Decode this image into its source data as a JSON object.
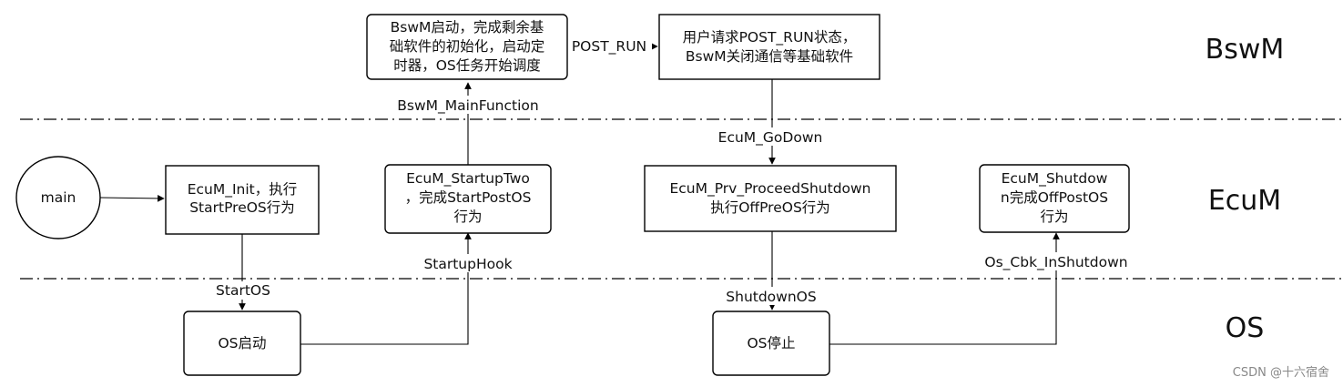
{
  "lanes": {
    "bswm": "BswM",
    "ecum": "EcuM",
    "os": "OS"
  },
  "nodes": {
    "main": [
      "main"
    ],
    "ecum_init": [
      "EcuM_Init，执行",
      "StartPreOS行为"
    ],
    "os_start": [
      "OS启动"
    ],
    "startup_two": [
      "EcuM_StartupTwo",
      "，完成StartPostOS",
      "行为"
    ],
    "bswm_start": [
      "BswM启动，完成剩余基",
      "础软件的初始化，启动定",
      "时器，OS任务开始调度"
    ],
    "post_run": [
      "用户请求POST_RUN状态，",
      "BswM关闭通信等基础软件"
    ],
    "proceed_shutdown": [
      "EcuM_Prv_ProceedShutdown",
      "执行OffPreOS行为"
    ],
    "os_stop": [
      "OS停止"
    ],
    "ecum_shutdown": [
      "EcuM_Shutdow",
      "n完成OffPostOS",
      "行为"
    ]
  },
  "edges": {
    "start_os": "StartOS",
    "startup_hook": "StartupHook",
    "bswm_mainfunction": "BswM_MainFunction",
    "post_run": "POST_RUN",
    "ecum_godown": "EcuM_GoDown",
    "shutdown_os": "ShutdownOS",
    "os_cbk_inshutdown": "Os_Cbk_InShutdown"
  },
  "watermark": "CSDN @十六宿舍"
}
